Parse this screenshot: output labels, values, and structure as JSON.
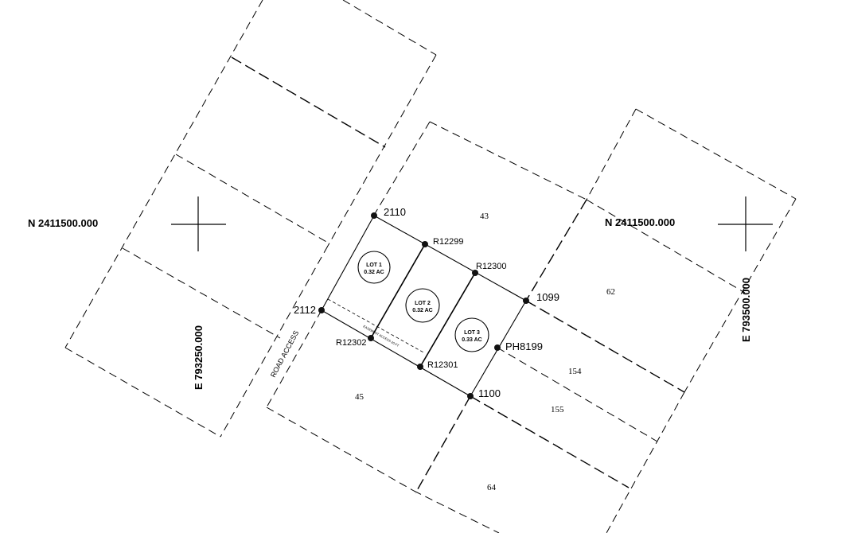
{
  "grid": {
    "north_left": "N 2411500.000",
    "north_right": "N 2411500.000",
    "east_left": "E 793250.000",
    "east_right": "E 793500.000"
  },
  "road": {
    "label": "ROAD ACCESS"
  },
  "easement": {
    "label": "EASEMENT ACCESS 20 FT"
  },
  "lots": [
    {
      "name": "LOT 1",
      "area": "0.32 AC"
    },
    {
      "name": "LOT 2",
      "area": "0.32 AC"
    },
    {
      "name": "LOT 3",
      "area": "0.33 AC"
    }
  ],
  "points": {
    "p2110": "2110",
    "pR12299": "R12299",
    "pR12300": "R12300",
    "p1099": "1099",
    "p2112": "2112",
    "pR12302": "R12302",
    "pR12301": "R12301",
    "pPH8199": "PH8199",
    "p1100": "1100"
  },
  "parcels": {
    "n43": "43",
    "n62": "62",
    "n45": "45",
    "n154": "154",
    "n155": "155",
    "n64": "64"
  }
}
